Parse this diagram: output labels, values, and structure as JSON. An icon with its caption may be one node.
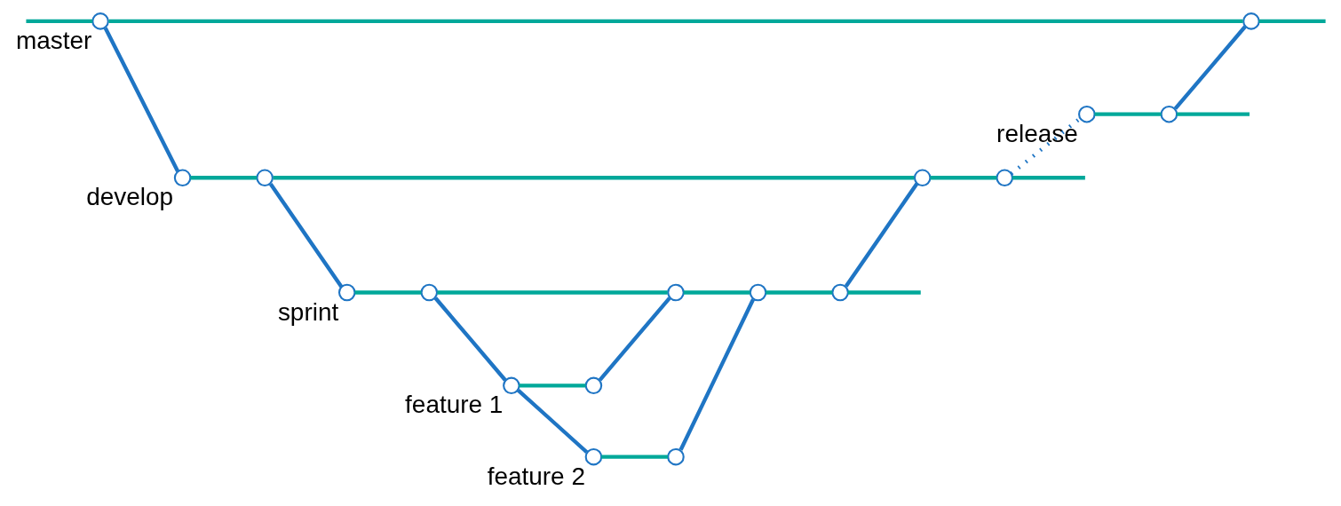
{
  "diagram": {
    "nodes": [
      {
        "text": [],
        "shape": "circle",
        "beside": [
          "master"
        ]
      },
      {
        "text": [],
        "shape": "circle"
      },
      {
        "text": [],
        "shape": "circle",
        "beside": [
          "develop"
        ]
      },
      {
        "text": [],
        "shape": "circle"
      },
      {
        "text": [],
        "shape": "circle"
      },
      {
        "text": [],
        "shape": "circle"
      },
      {
        "text": [],
        "shape": "circle",
        "beside": [
          "sprint"
        ]
      },
      {
        "text": [],
        "shape": "circle"
      },
      {
        "text": [],
        "shape": "circle"
      },
      {
        "text": [],
        "shape": "circle"
      },
      {
        "text": [],
        "shape": "circle"
      },
      {
        "text": [],
        "shape": "circle",
        "beside": [
          "feature 1"
        ]
      },
      {
        "text": [],
        "shape": "circle"
      },
      {
        "text": [],
        "shape": "circle",
        "beside": [
          "feature 2"
        ]
      },
      {
        "text": [],
        "shape": "circle"
      },
      {
        "text": [],
        "shape": "circle",
        "beside": [
          "release"
        ]
      },
      {
        "text": [],
        "shape": "circle"
      }
    ],
    "edges": [
      {
        "from": null,
        "to": 0,
        "arrow": "none"
      },
      {
        "from": 0,
        "to": 1,
        "arrow": "none"
      },
      {
        "from": 1,
        "to": null,
        "arrow": "none"
      },
      {
        "from": 0,
        "to": 2,
        "arrow": "none",
        "color": "#1f75c4"
      },
      {
        "from": 2,
        "to": 3,
        "arrow": "none"
      },
      {
        "from": 3,
        "to": 4,
        "arrow": "none"
      },
      {
        "from": 4,
        "to": 5,
        "arrow": "none"
      },
      {
        "from": 5,
        "to": null,
        "arrow": "none"
      },
      {
        "from": 3,
        "to": 6,
        "arrow": "none",
        "color": "#1f75c4"
      },
      {
        "from": 6,
        "to": 7,
        "arrow": "none"
      },
      {
        "from": 7,
        "to": 8,
        "arrow": "none"
      },
      {
        "from": 8,
        "to": 9,
        "arrow": "none"
      },
      {
        "from": 9,
        "to": 10,
        "arrow": "none"
      },
      {
        "from": 10,
        "to": null,
        "arrow": "none"
      },
      {
        "from": 7,
        "to": 11,
        "arrow": "none",
        "color": "#1f75c4"
      },
      {
        "from": 11,
        "to": 13,
        "arrow": "none",
        "color": "#1f75c4"
      },
      {
        "from": 11,
        "to": 12,
        "arrow": "none"
      },
      {
        "from": 12,
        "to": 8,
        "arrow": "none",
        "color": "#1f75c4"
      },
      {
        "from": 13,
        "to": 14,
        "arrow": "none"
      },
      {
        "from": 14,
        "to": 9,
        "arrow": "none",
        "color": "#1f75c4"
      },
      {
        "from": 10,
        "to": 4,
        "arrow": "none",
        "color": "#1f75c4"
      },
      {
        "from": 5,
        "to": 15,
        "arrow": "none",
        "style": "dashed",
        "color": "#1f75c4"
      },
      {
        "from": 15,
        "to": 16,
        "arrow": "none"
      },
      {
        "from": 16,
        "to": null,
        "arrow": "none"
      },
      {
        "from": 16,
        "to": 1,
        "arrow": "none",
        "color": "#1f75c4"
      }
    ]
  }
}
